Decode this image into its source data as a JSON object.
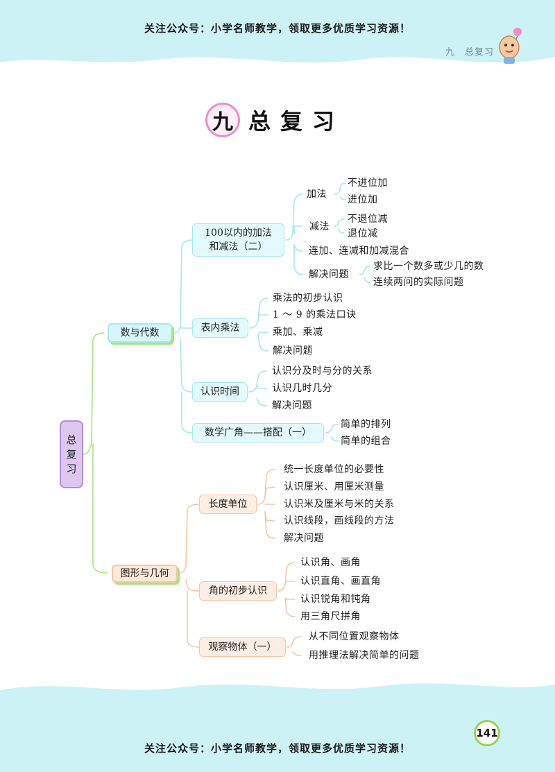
{
  "header": {
    "notice": "关注公众号：小学名师教学，领取更多优质学习资源！",
    "chapter_tag": "九　总复习"
  },
  "title": {
    "number": "九",
    "text": "总复习"
  },
  "mindmap": {
    "root": [
      "总",
      "复",
      "习"
    ],
    "number_algebra": {
      "label": "数与代数",
      "add_sub": {
        "label_lines": [
          "100以内的加法",
          "和减法（二）"
        ],
        "addition": {
          "label": "加法",
          "items": [
            "不进位加",
            "进位加"
          ]
        },
        "subtraction": {
          "label": "减法",
          "items": [
            "不退位减",
            "退位减"
          ]
        },
        "mixed": "连加、连减和加减混合",
        "problems": {
          "label": "解决问题",
          "items": [
            "求比一个数多或少几的数",
            "连续两问的实际问题"
          ]
        }
      },
      "multiplication": {
        "label": "表内乘法",
        "items": [
          "乘法的初步认识",
          "1 ～ 9 的乘法口诀",
          "乘加、乘减",
          "解决问题"
        ]
      },
      "time": {
        "label": "认识时间",
        "items": [
          "认识分及时与分的关系",
          "认识几时几分",
          "解决问题"
        ]
      },
      "guangjiao": {
        "label": "数学广角——搭配（一）",
        "items": [
          "简单的排列",
          "简单的组合"
        ]
      }
    },
    "geometry": {
      "label": "图形与几何",
      "length": {
        "label": "长度单位",
        "items": [
          "统一长度单位的必要性",
          "认识厘米、用厘米测量",
          "认识米及厘米与米的关系",
          "认识线段，画线段的方法",
          "解决问题"
        ]
      },
      "angles": {
        "label": "角的初步认识",
        "items": [
          "认识角、画角",
          "认识直角、画直角",
          "认识锐角和钝角",
          "用三角尺拼角"
        ]
      },
      "observe": {
        "label": "观察物体（一）",
        "items": [
          "从不同位置观察物体",
          "用推理法解决简单的问题"
        ]
      }
    }
  },
  "footer": {
    "page_number": "141"
  },
  "colors": {
    "band": "#cdf2f6",
    "l1_connector": "#a8e37f",
    "cyan_connector": "#a6e7f0",
    "orange_connector": "#f4c7a6",
    "root_fill": "#dcc8ef",
    "title_circle": "#f48cc6"
  }
}
